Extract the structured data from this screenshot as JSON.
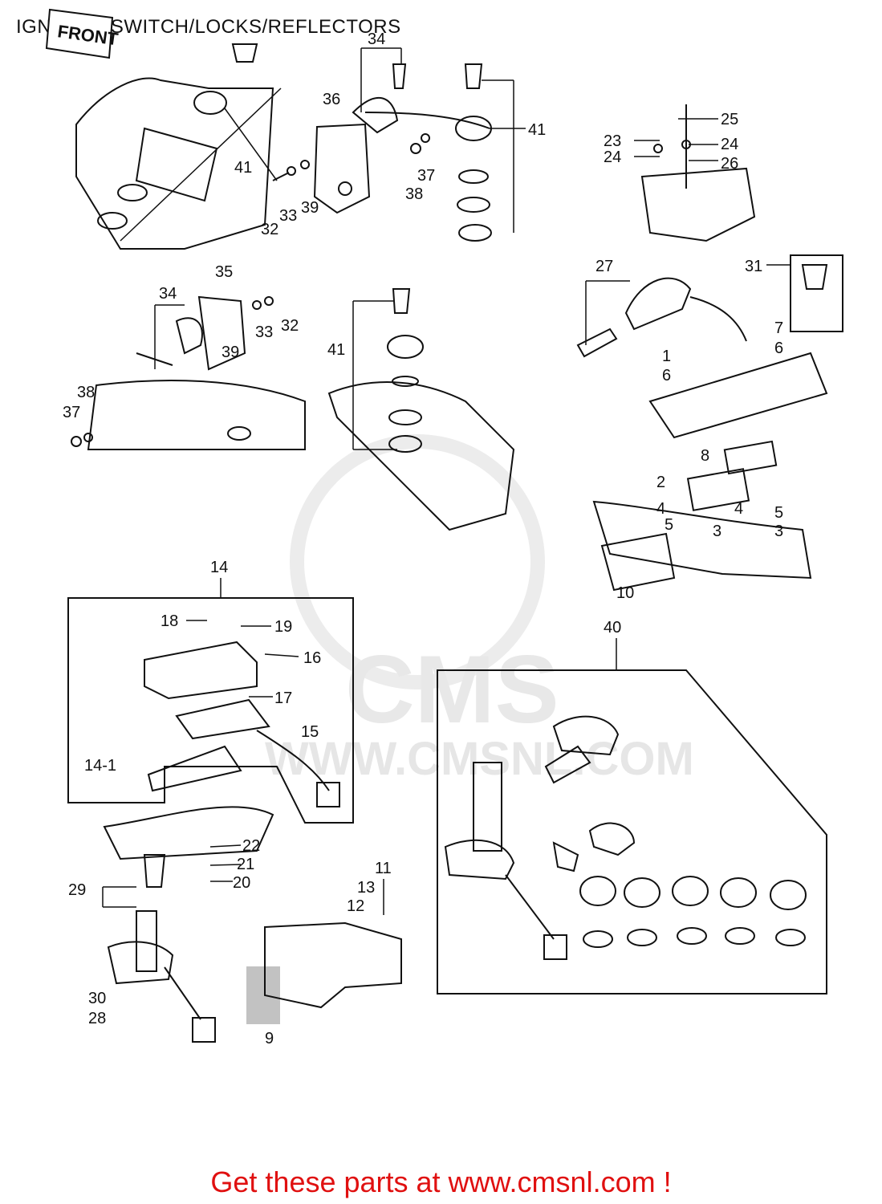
{
  "page": {
    "title": "IGNITION SWITCH/LOCKS/REFLECTORS",
    "footer": "Get these parts at www.cmsnl.com !",
    "footer_color": "#e01010"
  },
  "watermark": {
    "logo": "CMS",
    "url": "WWW.CMSNL.COM"
  },
  "diagram": {
    "front_tag": "FRONT",
    "callouts": [
      "41",
      "34",
      "36",
      "41",
      "37",
      "38",
      "39",
      "33",
      "32",
      "25",
      "23",
      "24",
      "24",
      "26",
      "35",
      "34",
      "33",
      "32",
      "39",
      "38",
      "37",
      "41",
      "27",
      "31",
      "7",
      "6",
      "1",
      "6",
      "8",
      "2",
      "4",
      "5",
      "3",
      "4",
      "5",
      "3",
      "10",
      "14",
      "18",
      "19",
      "16",
      "17",
      "15",
      "14-1",
      "40",
      "22",
      "21",
      "20",
      "29",
      "11",
      "13",
      "12",
      "30",
      "28",
      "9"
    ]
  }
}
